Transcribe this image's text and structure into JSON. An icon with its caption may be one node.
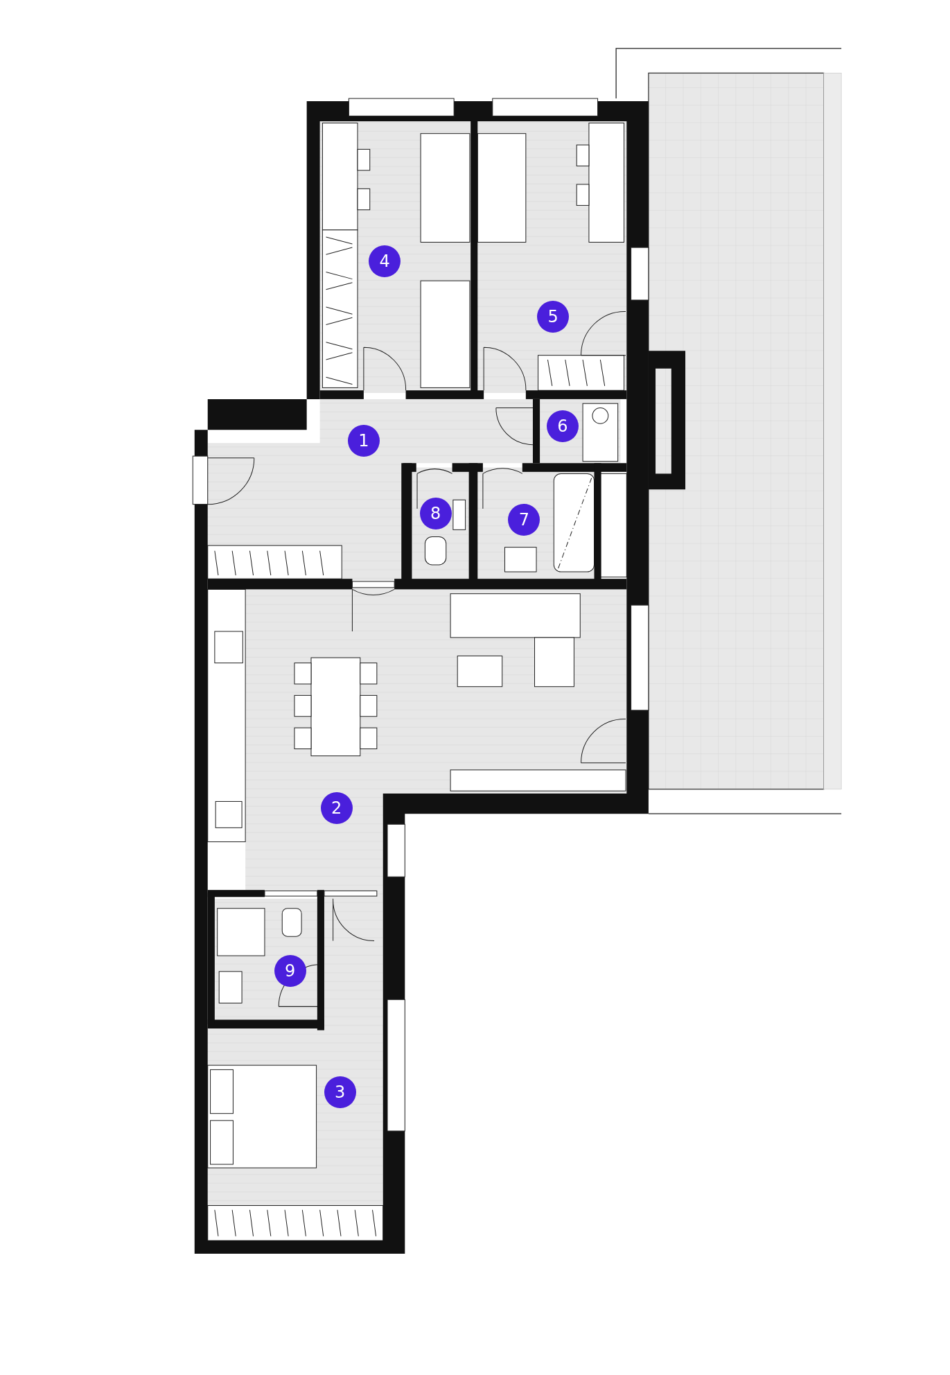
{
  "diagram": {
    "nodes": [
      {
        "text": [
          "4"
        ]
      },
      {
        "text": [
          "5"
        ]
      },
      {
        "text": [
          "1"
        ]
      },
      {
        "text": [
          "6"
        ]
      },
      {
        "text": [
          "8"
        ]
      },
      {
        "text": [
          "7"
        ]
      },
      {
        "text": [
          "2"
        ]
      },
      {
        "text": [
          "9"
        ]
      },
      {
        "text": [
          "3"
        ]
      }
    ]
  }
}
